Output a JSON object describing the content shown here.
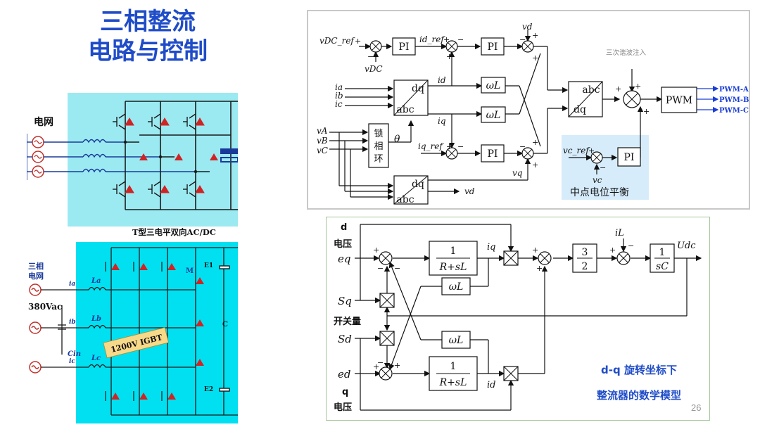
{
  "title": {
    "line1": "三相整流",
    "line2": "电路与控制"
  },
  "left_top": {
    "grid_label": "电网",
    "caption": "T型三电平双向AC/DC"
  },
  "left_bottom": {
    "grid_label_1": "三相",
    "grid_label_2": "电网",
    "voltage": "380Vac",
    "igbt_tag": "1200V  IGBT",
    "inductors": [
      "La",
      "Lb",
      "Lc"
    ],
    "currents": [
      "ia",
      "ib",
      "ic"
    ],
    "cap_in": "Cin",
    "cap_e1": "E1",
    "cap_e2": "E2",
    "node_m": "M",
    "node_c": "C"
  },
  "ctrl_top": {
    "vdc_ref": "vDC_ref",
    "vdc": "vDC",
    "pi": "PI",
    "id_ref": "id_ref",
    "vd": "vd",
    "ia": "ia",
    "ib": "ib",
    "ic": "ic",
    "dq": "dq",
    "abc": "abc",
    "id": "id",
    "iq": "iq",
    "wl": "ωL",
    "va": "vA",
    "vb": "vB",
    "vc_in": "vC",
    "pll": [
      "锁",
      "相",
      "环"
    ],
    "theta": "θ",
    "iq_ref": "iq_ref",
    "vq": "vq",
    "vd_out": "vd",
    "harmonic": "三次谐波注入",
    "pwm": "PWM",
    "pwm_a": "PWM-A",
    "pwm_b": "PWM-B",
    "pwm_c": "PWM-C",
    "vc_ref": "vc_ref",
    "vc": "vc",
    "np_balance": "中点电位平衡"
  },
  "ctrl_bottom": {
    "d_label": "d",
    "d_voltage": "电压",
    "eq": "eq",
    "sq": "Sq",
    "switch": "开关量",
    "sd": "Sd",
    "ed": "ed",
    "q_label": "q",
    "q_voltage": "电压",
    "tf_num": "1",
    "tf_den": "R+sL",
    "iq": "iq",
    "id": "id",
    "wl": "ωL",
    "gain_num": "3",
    "gain_den": "2",
    "il": "iL",
    "cap_num": "1",
    "cap_den": "sC",
    "udc": "Udc",
    "caption_1": "d-q 旋转坐标下",
    "caption_2": "整流器的数学模型"
  },
  "page_number": "26",
  "colors": {
    "title": "#1f4cc8",
    "cyan_panel": "#9beaf2",
    "igbt_panel": "#00e0f0",
    "pwm_blue": "#1a3dd6",
    "caption_blue": "#1f4cc8"
  }
}
